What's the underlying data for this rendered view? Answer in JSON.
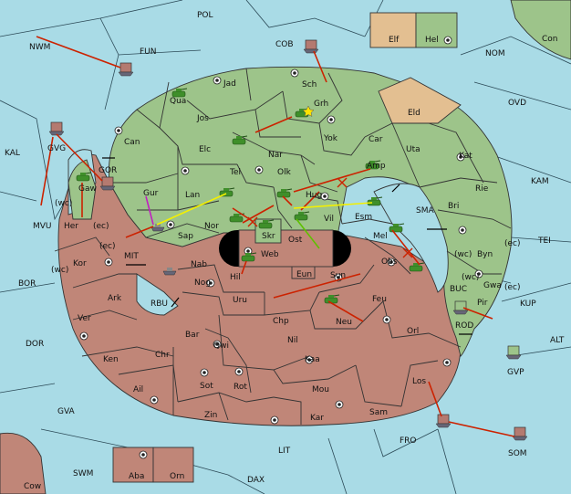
{
  "labels": {
    "pol": "POL",
    "nwm": "NWM",
    "fun": "FUN",
    "cob": "COB",
    "nom": "NOM",
    "con": "Con",
    "elf": "Elf",
    "hel": "Hel",
    "ovd": "OVD",
    "kal": "KAL",
    "kam": "KAM",
    "tei": "TEI",
    "jad": "Jad",
    "qua": "Qua",
    "jos": "Jos",
    "sch": "Sch",
    "grh": "Grh",
    "eld": "Eld",
    "can": "Can",
    "elc": "Elc",
    "nar": "Nar",
    "yok": "Yok",
    "car": "Car",
    "uta": "Uta",
    "kat": "Kat",
    "gvg": "GVG",
    "gor": "GOR",
    "tel": "Tel",
    "olk": "Olk",
    "amp": "Amp",
    "rie": "Rie",
    "gaw": "Gaw",
    "gur": "Gur",
    "lan": "Lan",
    "hug": "Hug",
    "bri": "Bri",
    "sma": "SMA",
    "wc1": "(wc)",
    "mvu": "MVU",
    "her": "Her",
    "ec1": "(ec)",
    "nor": "Nor",
    "skr": "Skr",
    "vil": "Vil",
    "esm": "Esm",
    "sap": "Sap",
    "ost": "Ost",
    "mel": "Mel",
    "byn": "Byn",
    "ec2": "(ec)",
    "wc2": "(wc)",
    "web": "Web",
    "mit": "MIT",
    "ec3": "(ec)",
    "kor": "Kor",
    "wc3": "(wc)",
    "nab": "Nab",
    "obs": "Obs",
    "hil": "Hil",
    "eun": "Eun",
    "sun": "Sun",
    "wc4": "(wc)",
    "gwa": "Gwa",
    "ec4": "(ec)",
    "bor": "BOR",
    "nog": "Nog",
    "buc": "BUC",
    "pir": "Pir",
    "kup": "KUP",
    "ark": "Ark",
    "rbu": "RBU",
    "uru": "Uru",
    "feu": "Feu",
    "ver": "Ver",
    "chp": "Chp",
    "neu": "Neu",
    "rod": "ROD",
    "orl": "Orl",
    "bar": "Bar",
    "qwi": "Qwi",
    "nil": "Nil",
    "alt": "ALT",
    "dor": "DOR",
    "ken": "Ken",
    "chr": "Chr",
    "gvp": "GVP",
    "kaa": "Kaa",
    "ail": "Ail",
    "sot": "Sot",
    "rot": "Rot",
    "mou": "Mou",
    "los": "Los",
    "gva": "GVA",
    "zin": "Zin",
    "kar": "Kar",
    "sam": "Sam",
    "fro": "FRO",
    "lit": "LIT",
    "som": "SOM",
    "swm": "SWM",
    "aba": "Aba",
    "orn": "Orn",
    "cow": "Cow",
    "dax": "DAX"
  },
  "colors": {
    "sea": "#a9dbe6",
    "green_power": "#9dc48a",
    "red_power": "#c08678",
    "neutral_tan": "#e3bf91"
  },
  "icons": {
    "army": "tank-icon",
    "fleet": "ship-icon",
    "supply_center": "supply-center-icon",
    "capital": "star-icon"
  }
}
